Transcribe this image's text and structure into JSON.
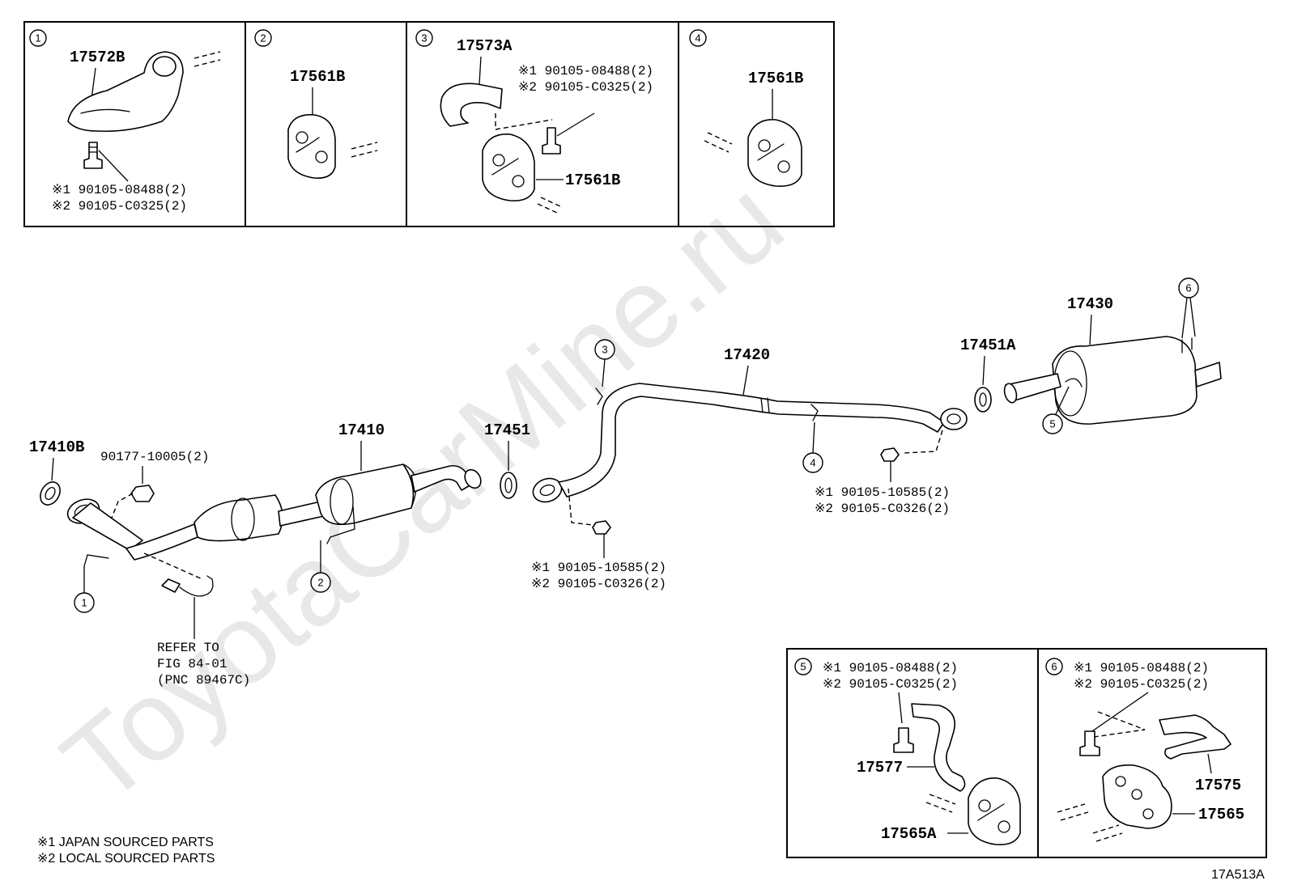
{
  "watermark": "ToyotaCarMine.ru",
  "code": "17A513A",
  "legend": {
    "l1": "※1  JAPAN SOURCED PARTS",
    "l2": "※2  LOCAL SOURCED PARTS"
  },
  "refs": {
    "r1": "1",
    "r2": "2",
    "r3": "3",
    "r4": "4",
    "r5": "5",
    "r6": "6"
  },
  "detail1": {
    "part": "17572B",
    "b1": "※1 90105-08488(2)",
    "b2": "※2 90105-C0325(2)"
  },
  "detail2": {
    "part": "17561B"
  },
  "detail3": {
    "part_top": "17573A",
    "part_bottom": "17561B",
    "b1": "※1 90105-08488(2)",
    "b2": "※2 90105-C0325(2)"
  },
  "detail4": {
    "part": "17561B"
  },
  "detail5": {
    "part_a": "17577",
    "part_b": "17565A",
    "b1": "※1 90105-08488(2)",
    "b2": "※2 90105-C0325(2)"
  },
  "detail6": {
    "part_a": "17575",
    "part_b": "17565",
    "b1": "※1 90105-08488(2)",
    "b2": "※2 90105-C0325(2)"
  },
  "main": {
    "gasket_front": "17410B",
    "nut": "90177-10005(2)",
    "front_pipe": "17410",
    "gasket_mid": "17451",
    "center_pipe": "17420",
    "gasket_rear": "17451A",
    "muffler": "17430",
    "bolt_a1": "※1  90105-10585(2)",
    "bolt_a2": "※2  90105-C0326(2)",
    "bolt_b1": "※1  90105-10585(2)",
    "bolt_b2": "※2  90105-C0326(2)",
    "refer1": "REFER TO",
    "refer2": "FIG 84-01",
    "refer3": "(PNC 89467C)"
  }
}
